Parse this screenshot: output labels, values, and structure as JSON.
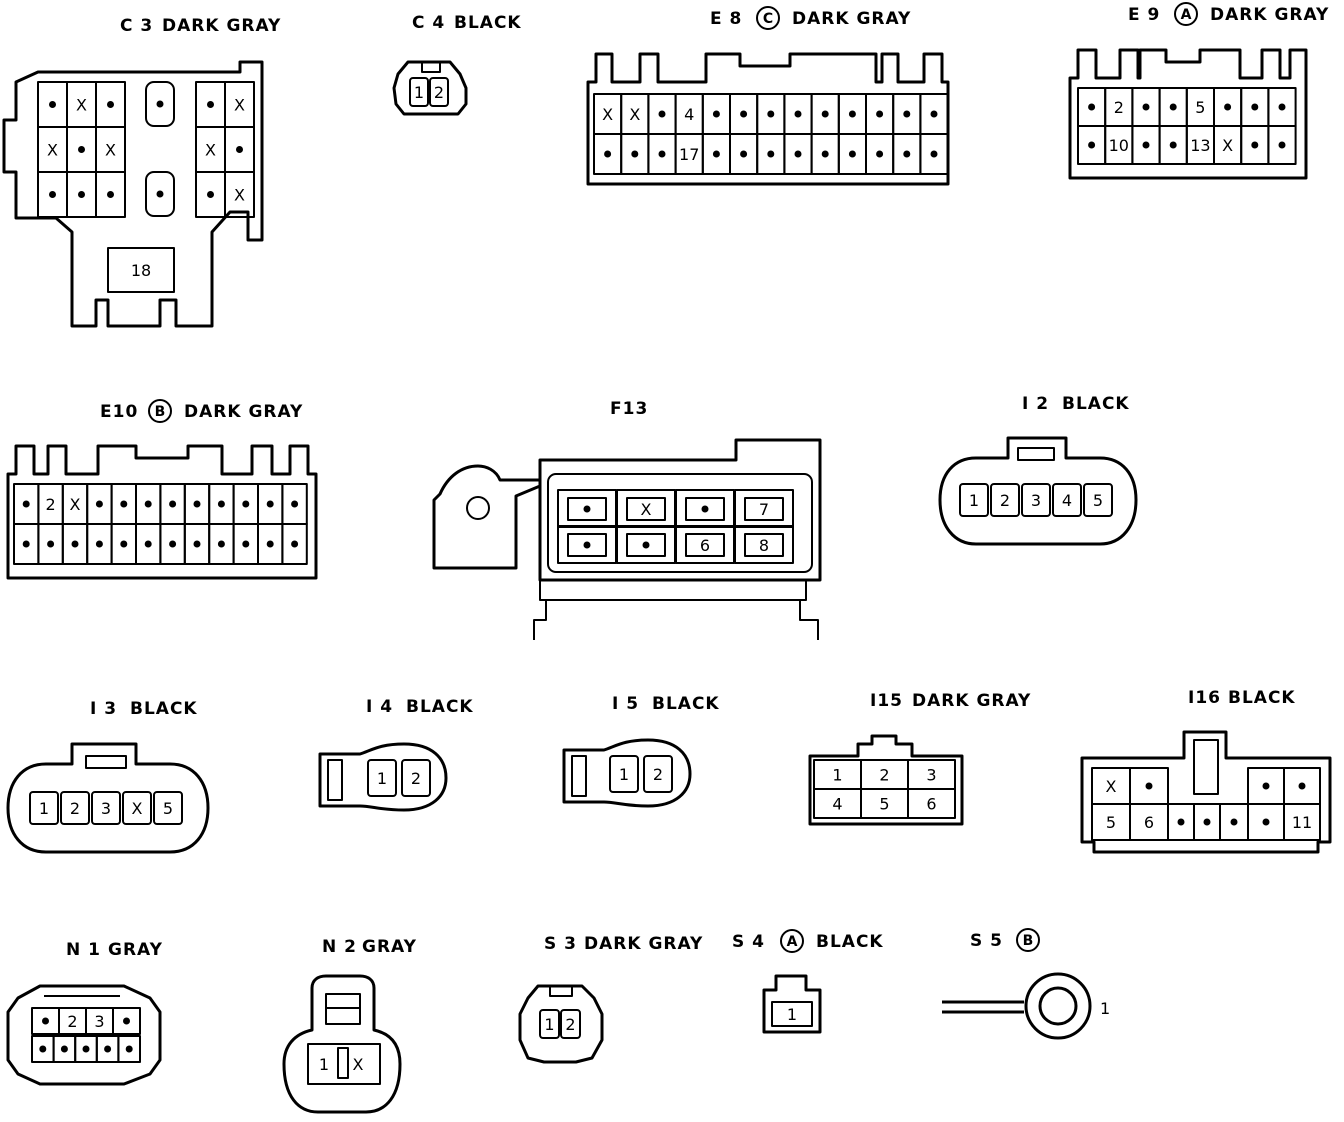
{
  "connectors": {
    "c3": {
      "code": "C 3",
      "color": "DARK GRAY",
      "badge": "",
      "grid_left": [
        [
          "•",
          "X",
          "•"
        ],
        [
          "X",
          "•",
          "X"
        ],
        [
          "•",
          "•",
          "•"
        ]
      ],
      "grid_right": [
        [
          "•",
          "X"
        ],
        [
          "X",
          "•"
        ],
        [
          "•",
          "X"
        ]
      ],
      "center": [
        "•",
        "•"
      ],
      "tab": "18"
    },
    "c4": {
      "code": "C 4",
      "color": "BLACK",
      "badge": "",
      "pins": [
        "1",
        "2"
      ]
    },
    "e8": {
      "code": "E 8",
      "color": "DARK GRAY",
      "badge": "C",
      "rows": [
        [
          "X",
          "X",
          "•",
          "4",
          "•",
          "•",
          "•",
          "•",
          "•",
          "•",
          "•",
          "•",
          "•"
        ],
        [
          "•",
          "•",
          "•",
          "17",
          "•",
          "•",
          "•",
          "•",
          "•",
          "•",
          "•",
          "•",
          "•"
        ]
      ]
    },
    "e9": {
      "code": "E 9",
      "color": "DARK GRAY",
      "badge": "A",
      "rows": [
        [
          "•",
          "2",
          "•",
          "•",
          "5",
          "•",
          "•",
          "•"
        ],
        [
          "•",
          "10",
          "•",
          "•",
          "13",
          "X",
          "•",
          "•"
        ]
      ]
    },
    "e10": {
      "code": "E10",
      "color": "DARK GRAY",
      "badge": "B",
      "rows": [
        [
          "•",
          "2",
          "X",
          "•",
          "•",
          "•",
          "•",
          "•",
          "•",
          "•",
          "•",
          "•"
        ],
        [
          "•",
          "•",
          "•",
          "•",
          "•",
          "•",
          "•",
          "•",
          "•",
          "•",
          "•",
          "•"
        ]
      ]
    },
    "f13": {
      "code": "F13",
      "color": "",
      "badge": "",
      "rows": [
        [
          "•",
          "X",
          "•",
          "7"
        ],
        [
          "•",
          "•",
          "6",
          "8"
        ]
      ]
    },
    "i2": {
      "code": "I 2",
      "color": "BLACK",
      "badge": "",
      "pins": [
        "1",
        "2",
        "3",
        "4",
        "5"
      ]
    },
    "i3": {
      "code": "I 3",
      "color": "BLACK",
      "badge": "",
      "pins": [
        "1",
        "2",
        "3",
        "X",
        "5"
      ]
    },
    "i4": {
      "code": "I 4",
      "color": "BLACK",
      "badge": "",
      "pins": [
        "1",
        "2"
      ]
    },
    "i5": {
      "code": "I 5",
      "color": "BLACK",
      "badge": "",
      "pins": [
        "1",
        "2"
      ]
    },
    "i15": {
      "code": "I15",
      "color": "DARK GRAY",
      "badge": "",
      "rows": [
        [
          "1",
          "2",
          "3"
        ],
        [
          "4",
          "5",
          "6"
        ]
      ]
    },
    "i16": {
      "code": "I16",
      "color": "BLACK",
      "badge": "",
      "rows": [
        [
          "X",
          "•",
          "",
          "",
          "",
          "•",
          "•"
        ],
        [
          "5",
          "6",
          "•",
          "•",
          "•",
          "•",
          "11"
        ]
      ]
    },
    "n1": {
      "code": "N 1",
      "color": "GRAY",
      "badge": "",
      "rows": [
        [
          "•",
          "2",
          "3",
          "•"
        ],
        [
          "•",
          "•",
          "•",
          "•",
          "•"
        ]
      ]
    },
    "n2": {
      "code": "N 2",
      "color": "GRAY",
      "badge": "",
      "pins": [
        "1",
        "X"
      ]
    },
    "s3": {
      "code": "S 3",
      "color": "DARK GRAY",
      "badge": "",
      "pins": [
        "1",
        "2"
      ]
    },
    "s4": {
      "code": "S 4",
      "color": "BLACK",
      "badge": "A",
      "pins": [
        "1"
      ]
    },
    "s5": {
      "code": "S 5",
      "color": "",
      "badge": "B",
      "pins": [
        "1"
      ]
    }
  },
  "style": {
    "ink": "#000000",
    "paper": "#ffffff"
  }
}
